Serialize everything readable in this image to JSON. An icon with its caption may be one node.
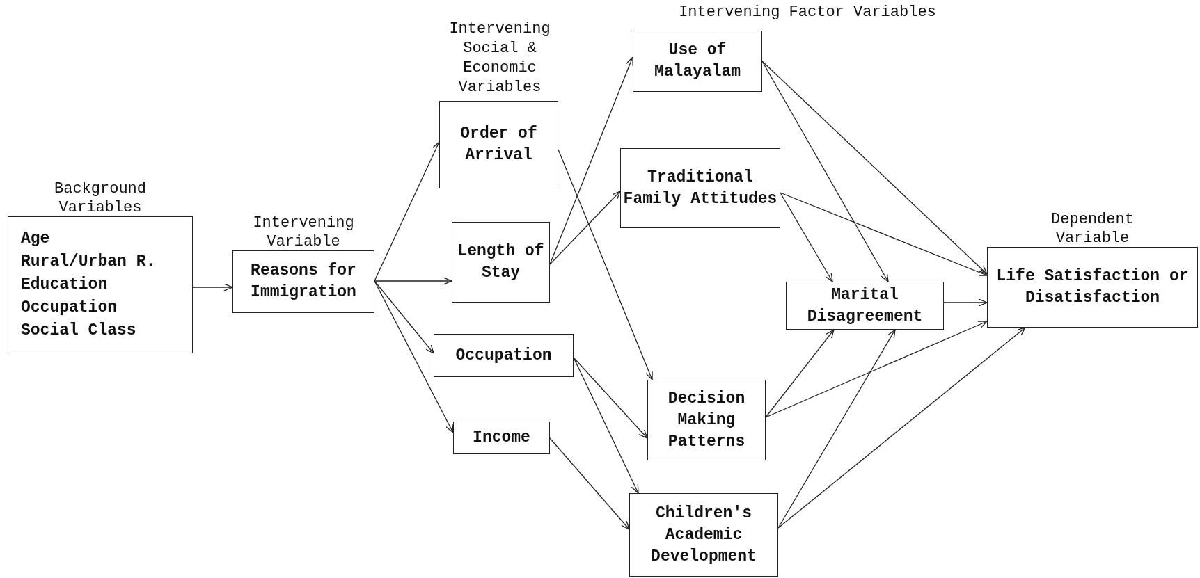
{
  "diagram": {
    "nodes": [
      {
        "text": [
          "Background Variables",
          "Age",
          "Rural/Urban R.",
          "Education",
          "Occupation",
          "Social Class"
        ]
      },
      {
        "text": [
          "Intervening Variable",
          "Reasons for Immigration"
        ]
      },
      {
        "text": [
          "Order of Arrival"
        ]
      },
      {
        "text": [
          "Length of Stay"
        ]
      },
      {
        "text": [
          "Occupation"
        ]
      },
      {
        "text": [
          "Income"
        ]
      },
      {
        "text": [
          "Use of Malayalam"
        ]
      },
      {
        "text": [
          "Traditional Family Attitudes"
        ]
      },
      {
        "text": [
          "Marital Disagreement"
        ]
      },
      {
        "text": [
          "Decision Making Patterns"
        ]
      },
      {
        "text": [
          "Children's Academic Development"
        ]
      },
      {
        "text": [
          "Dependent Variable",
          "Life Satisfaction or Disatisfaction"
        ]
      }
    ],
    "edges": [
      {
        "from": 0,
        "to": 1,
        "arrow": "to"
      },
      {
        "from": 1,
        "to": 2,
        "arrow": "to"
      },
      {
        "from": 1,
        "to": 3,
        "arrow": "to"
      },
      {
        "from": 1,
        "to": 4,
        "arrow": "to"
      },
      {
        "from": 1,
        "to": 5,
        "arrow": "to"
      },
      {
        "from": 2,
        "to": 9,
        "arrow": "to"
      },
      {
        "from": 3,
        "to": 6,
        "arrow": "to"
      },
      {
        "from": 3,
        "to": 7,
        "arrow": "to"
      },
      {
        "from": 4,
        "to": 9,
        "arrow": "to"
      },
      {
        "from": 4,
        "to": 10,
        "arrow": "to"
      },
      {
        "from": 5,
        "to": 10,
        "arrow": "to"
      },
      {
        "from": 6,
        "to": 8,
        "arrow": "to"
      },
      {
        "from": 6,
        "to": 11,
        "arrow": "to"
      },
      {
        "from": 7,
        "to": 8,
        "arrow": "to"
      },
      {
        "from": 7,
        "to": 11,
        "arrow": "to"
      },
      {
        "from": 8,
        "to": 11,
        "arrow": "to"
      },
      {
        "from": 9,
        "to": 8,
        "arrow": "to"
      },
      {
        "from": 9,
        "to": 11,
        "arrow": "to"
      },
      {
        "from": 10,
        "to": 8,
        "arrow": "to"
      },
      {
        "from": 10,
        "to": 11,
        "arrow": "to"
      }
    ],
    "labels": [
      "Intervening Factor Variables",
      "Intervening Social & Economic Variables"
    ]
  }
}
